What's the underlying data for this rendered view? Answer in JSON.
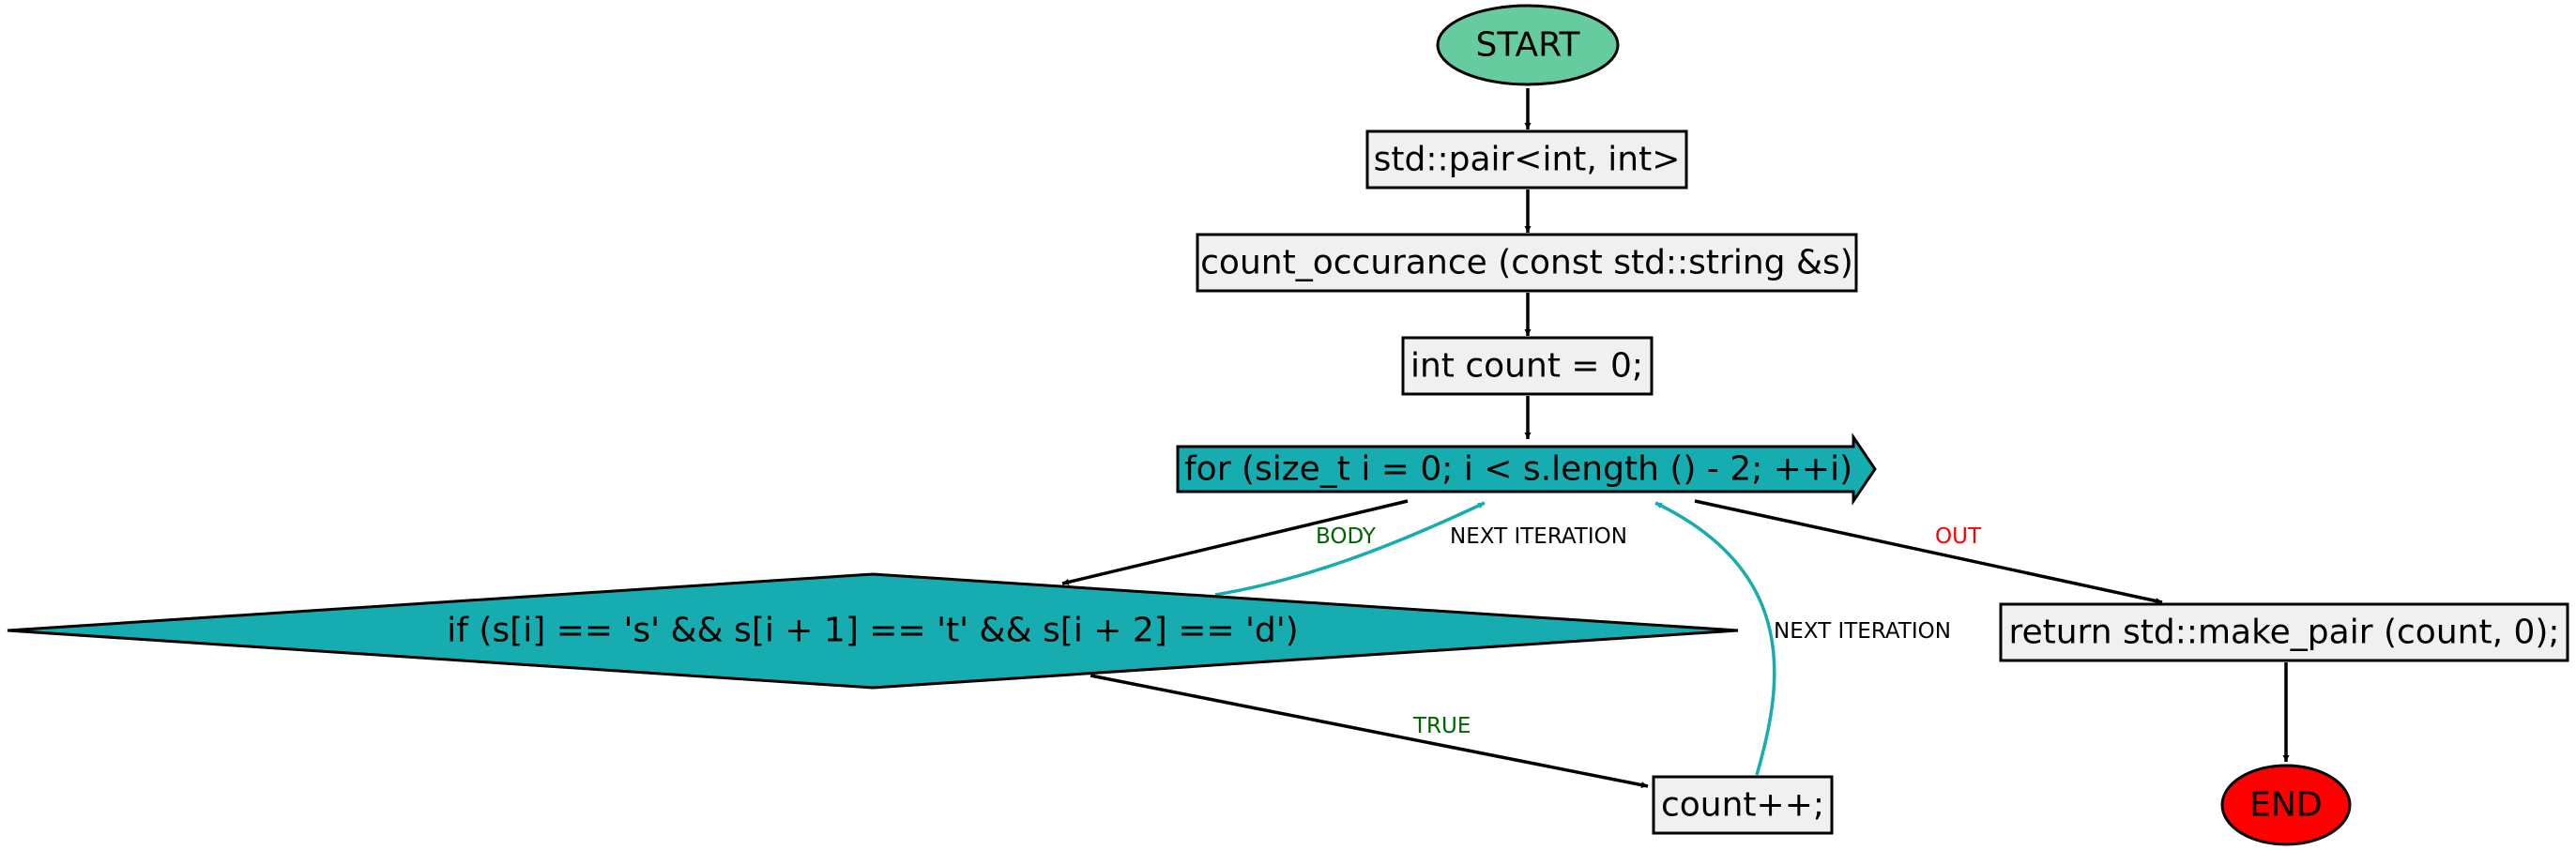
{
  "colors": {
    "start_fill": "#66cc9f",
    "end_fill": "#ff0000",
    "box_fill": "#f0f0f0",
    "teal_fill": "#17adb0",
    "edge_black": "#000000",
    "edge_teal": "#17adb0",
    "label_green": "#006400",
    "label_red": "#ff0000",
    "label_black": "#000000"
  },
  "nodes": {
    "start": "START",
    "return_type": "std::pair<int, int>",
    "signature": "count_occurance (const std::string &s)",
    "init": "int count = 0;",
    "loop": "for (size_t i = 0; i < s.length () - 2; ++i)",
    "condition": "if (s[i] == 's' && s[i + 1] == 't' && s[i + 2] == 'd')",
    "increment": "count++;",
    "return_stmt": "return std::make_pair (count, 0);",
    "end": "END"
  },
  "edge_labels": {
    "body": "BODY",
    "next_iteration_1": "NEXT ITERATION",
    "next_iteration_2": "NEXT ITERATION",
    "out": "OUT",
    "true": "TRUE"
  }
}
